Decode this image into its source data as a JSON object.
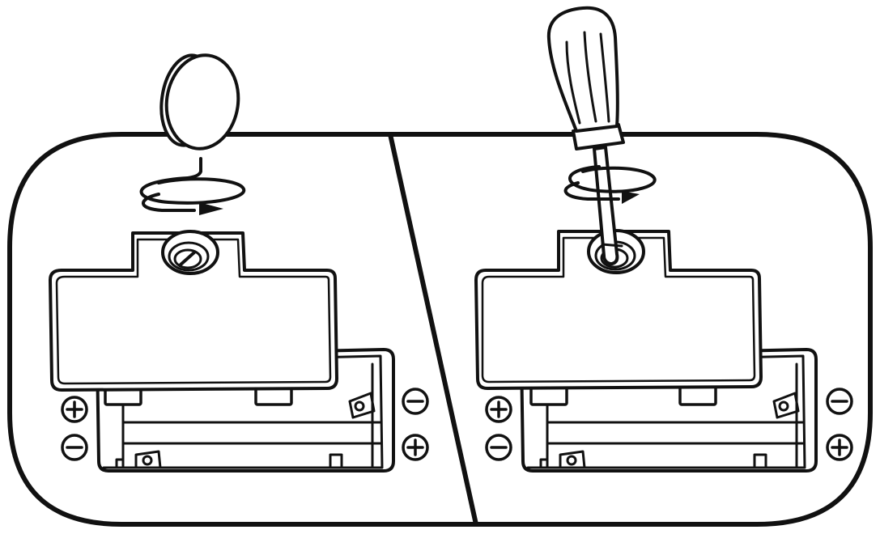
{
  "diagram": {
    "panels": [
      {
        "tool": "coin",
        "rotation": "clockwise",
        "left_terminals": [
          "⊕",
          "⊖"
        ],
        "right_terminals": [
          "⊖",
          "⊕"
        ]
      },
      {
        "tool": "screwdriver",
        "rotation": "clockwise",
        "left_terminals": [
          "⊕",
          "⊖"
        ],
        "right_terminals": [
          "⊖",
          "⊕"
        ]
      }
    ],
    "colors": {
      "line": "#111111",
      "background": "#ffffff"
    }
  }
}
